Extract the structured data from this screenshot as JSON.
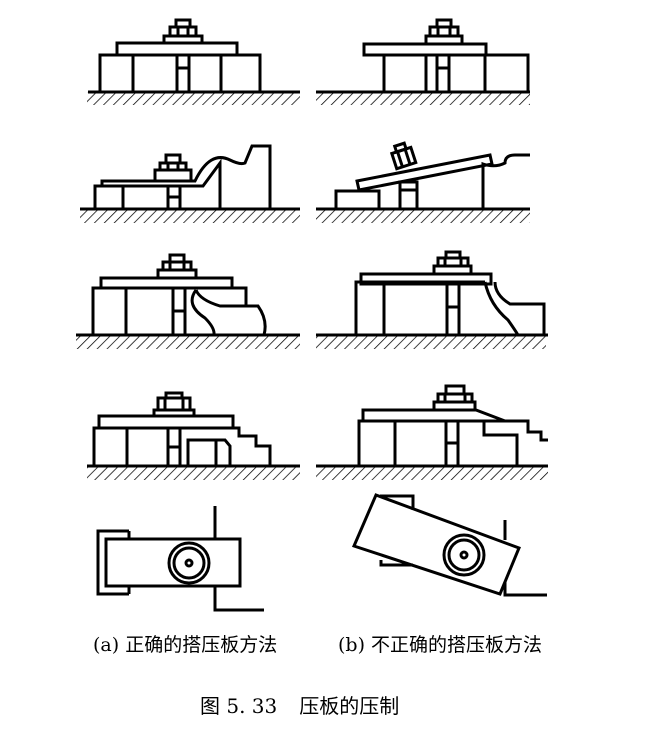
{
  "figure": {
    "number": "图 5. 33",
    "title": "压板的压制",
    "columns": [
      {
        "id": "a",
        "caption": "(a) 正确的搭压板方法",
        "meaning": "correct"
      },
      {
        "id": "b",
        "caption": "(b) 不正确的搭压板方法",
        "meaning": "incorrect"
      }
    ],
    "rows": [
      {
        "id": 1,
        "description": "flat clamp plate on support blocks, bolt in center"
      },
      {
        "id": 2,
        "description": "clamp plate over curved workpiece with stepped support"
      },
      {
        "id": 3,
        "description": "clamp plate over irregular workpiece edge"
      },
      {
        "id": 4,
        "description": "clamp plate over stepped workpiece"
      },
      {
        "id": 5,
        "description": "top view of clamp plate with bolt"
      }
    ],
    "colors": {
      "line": "#000000",
      "background": "#ffffff"
    }
  }
}
